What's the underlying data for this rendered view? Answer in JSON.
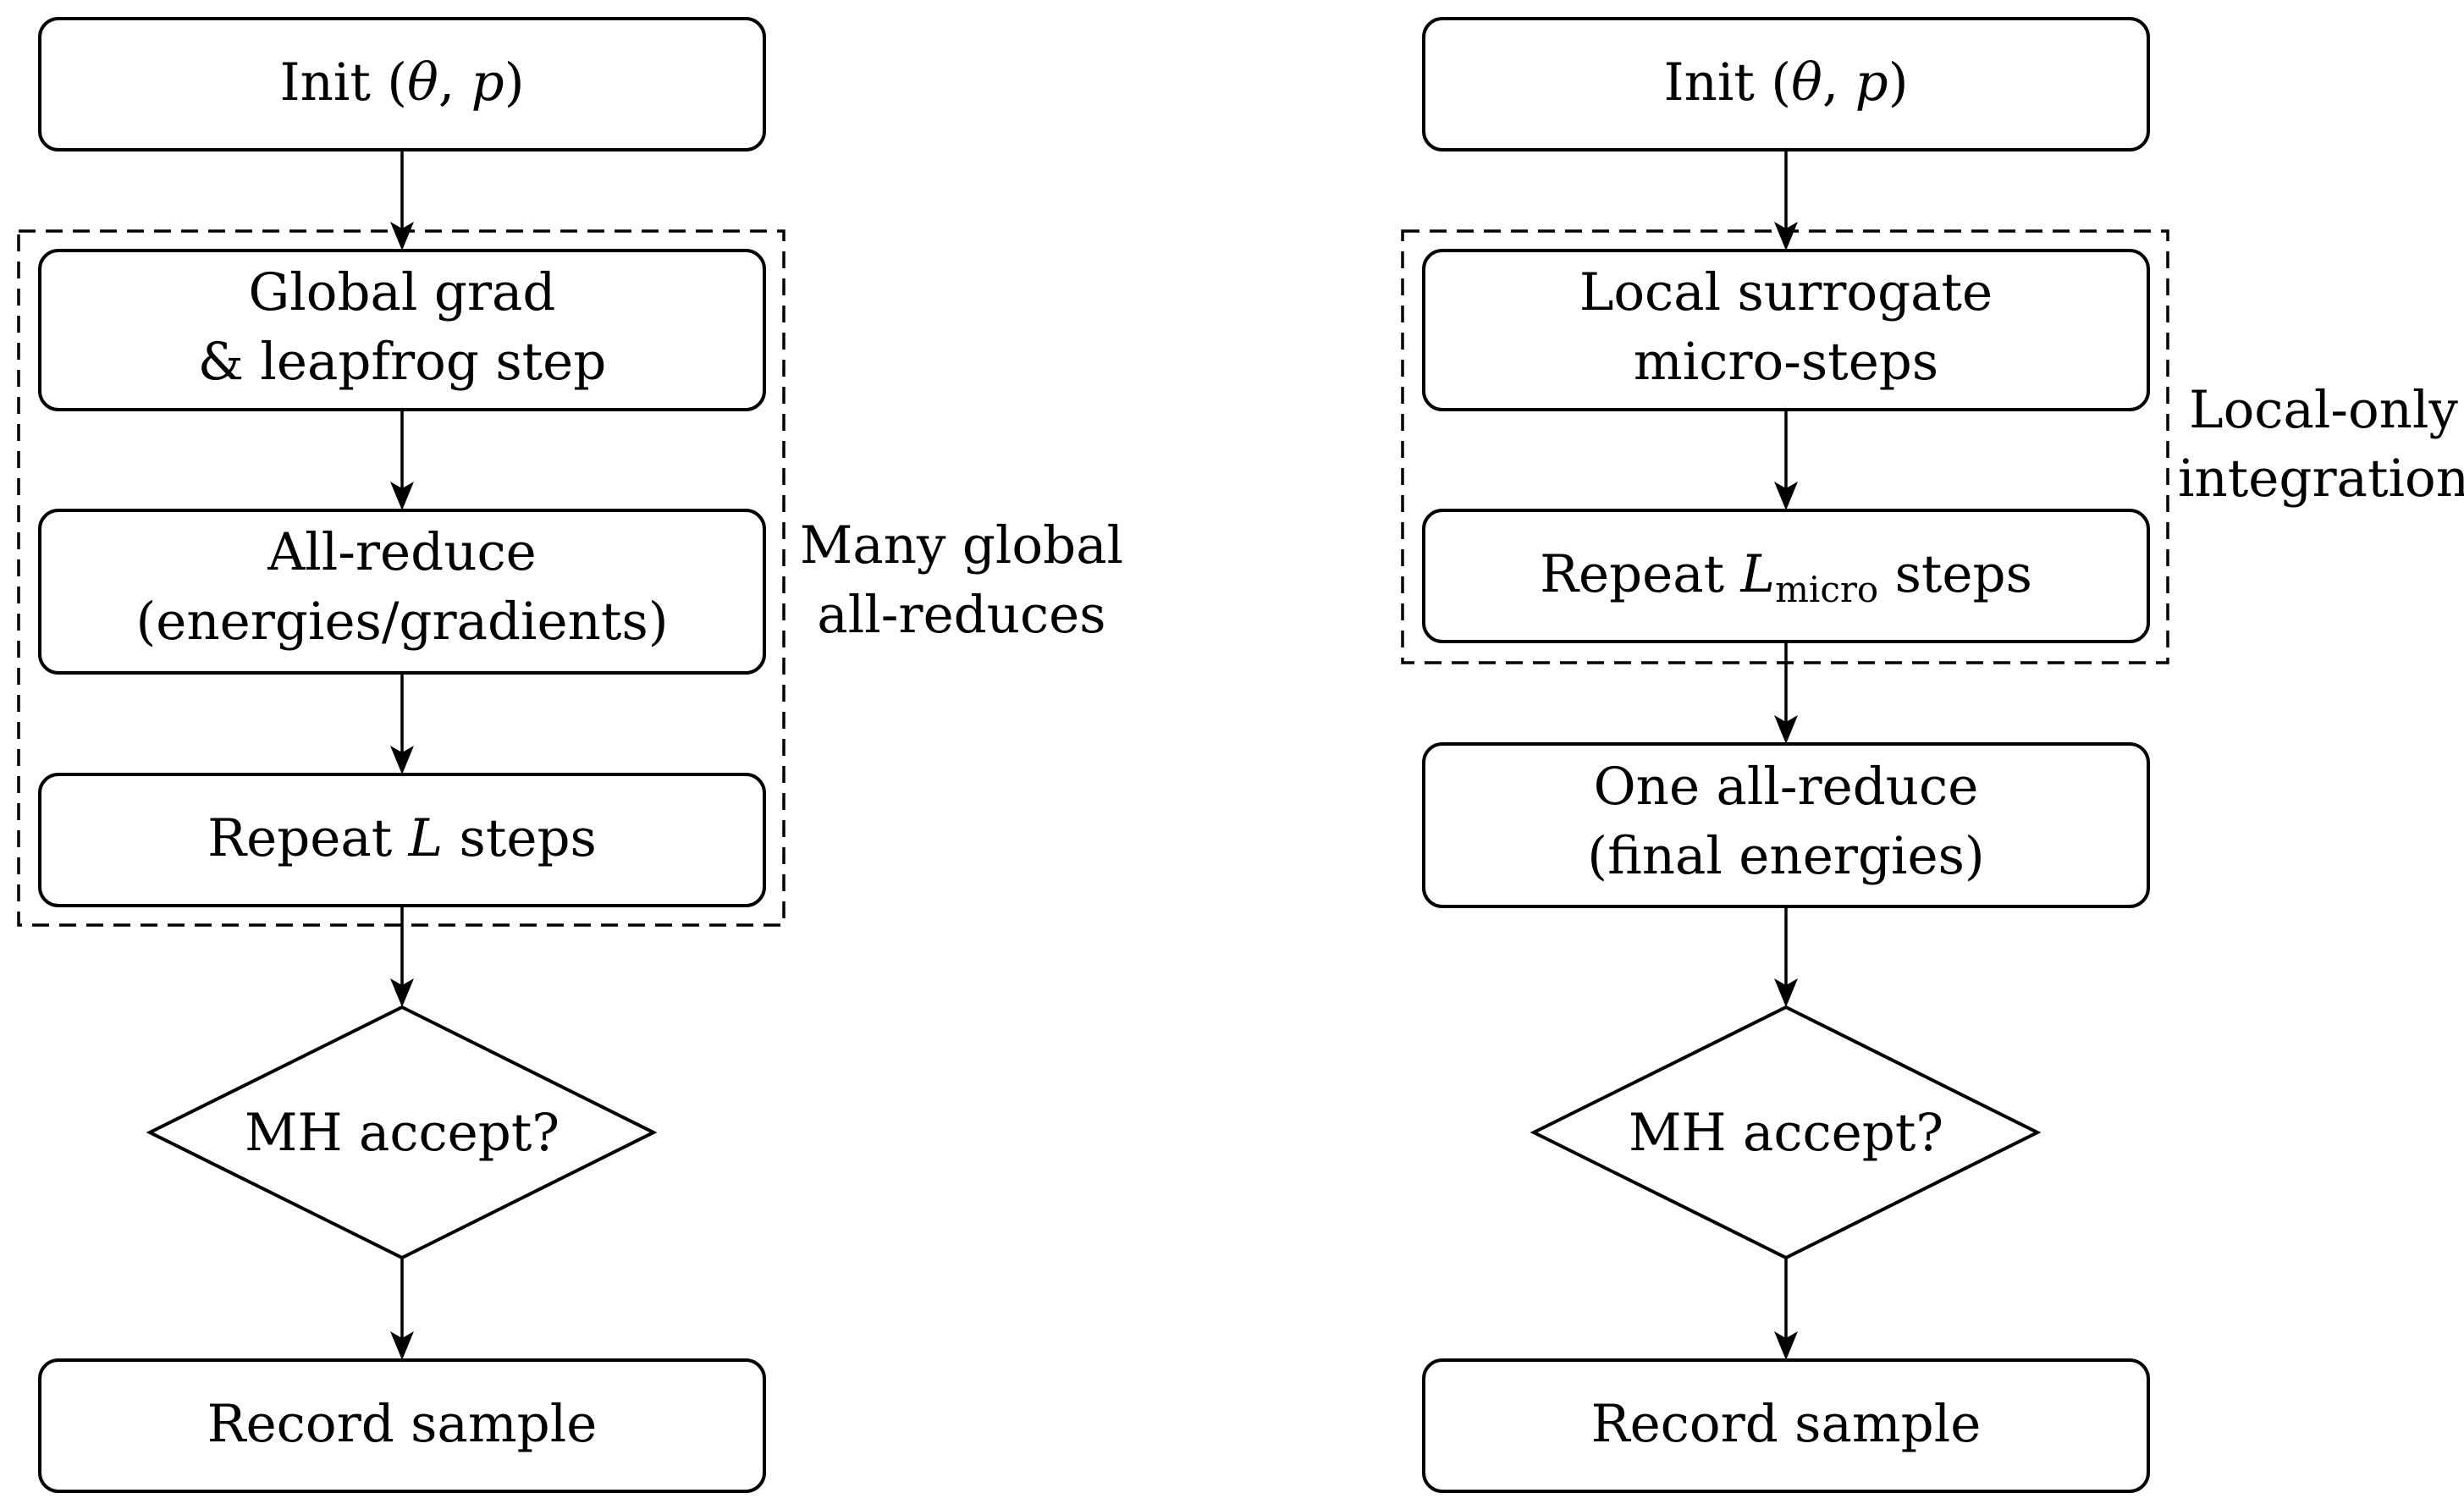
{
  "left_flow": {
    "init": {
      "label": "Init",
      "math": [
        "(",
        "θ",
        ", ",
        "p",
        ")"
      ]
    },
    "grad_step": {
      "line1": "Global grad",
      "line2": "& leapfrog step"
    },
    "all_reduce": {
      "line1": "All-reduce",
      "line2": "(energies/gradients)"
    },
    "repeat": {
      "prefix": "Repeat ",
      "var": "L",
      "suffix": " steps"
    },
    "decision": {
      "label": "MH accept?"
    },
    "record": {
      "label": "Record sample"
    },
    "group_label": {
      "line1": "Many global",
      "line2": "all-reduces"
    }
  },
  "right_flow": {
    "init": {
      "label": "Init",
      "math": [
        "(",
        "θ",
        ", ",
        "p",
        ")"
      ]
    },
    "surrogate": {
      "line1": "Local surrogate",
      "line2": "micro-steps"
    },
    "repeat": {
      "prefix": "Repeat ",
      "var": "L",
      "sub": "micro",
      "suffix": " steps"
    },
    "all_reduce": {
      "line1": "One all-reduce",
      "line2": "(final energies)"
    },
    "decision": {
      "label": "MH accept?"
    },
    "record": {
      "label": "Record sample"
    },
    "group_label": {
      "line1": "Local-only",
      "line2": "integration"
    }
  }
}
